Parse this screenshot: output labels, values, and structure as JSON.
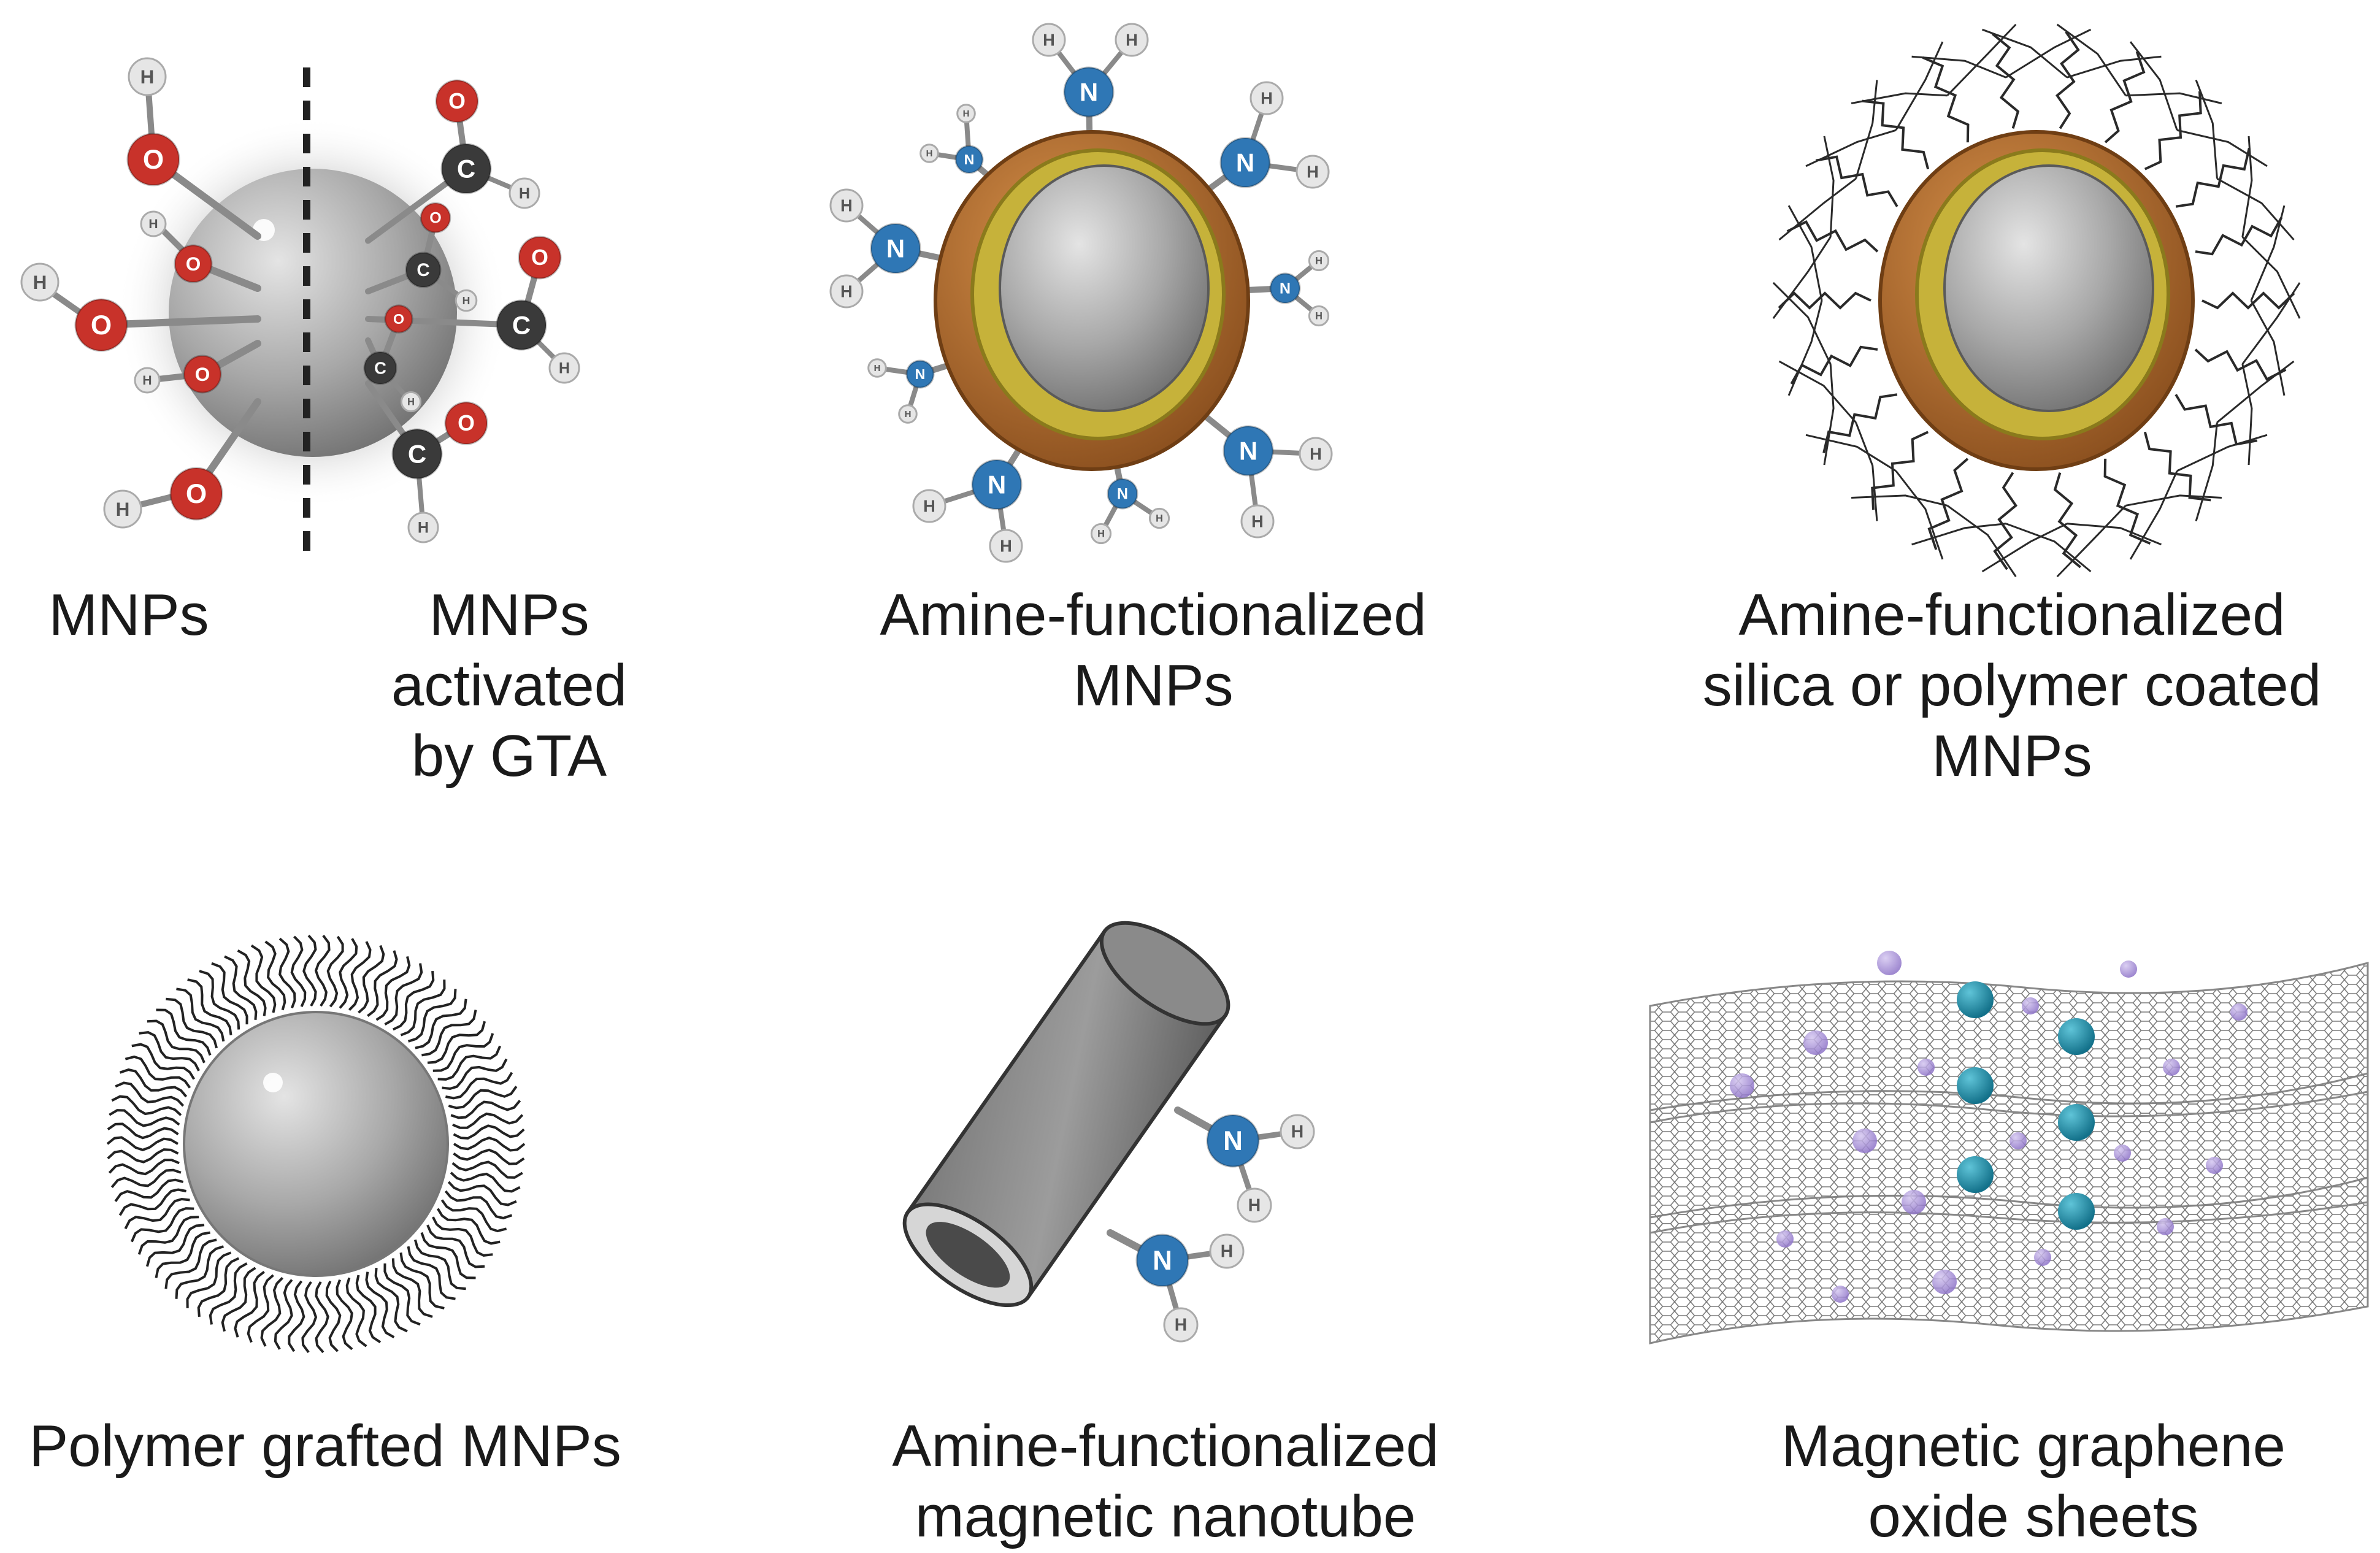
{
  "panels": [
    {
      "id": "mnps",
      "caption": [
        "MNPs"
      ]
    },
    {
      "id": "mnps-gta",
      "caption": [
        "MNPs",
        "activated",
        "by GTA"
      ]
    },
    {
      "id": "amine-mnps",
      "caption": [
        "Amine-functionalized",
        "MNPs"
      ]
    },
    {
      "id": "amine-coated-mnps",
      "caption": [
        "Amine-functionalized",
        "silica or polymer coated",
        "MNPs"
      ]
    },
    {
      "id": "polymer-grafted",
      "caption": [
        "Polymer grafted MNPs"
      ]
    },
    {
      "id": "amine-nanotube",
      "caption": [
        "Amine-functionalized",
        "magnetic nanotube"
      ]
    },
    {
      "id": "graphene-oxide",
      "caption": [
        "Magnetic graphene",
        "oxide sheets"
      ]
    }
  ],
  "atoms": {
    "oxygen": "O",
    "hydrogen": "H",
    "nitrogen": "N",
    "carbon": "C"
  },
  "colors": {
    "oxygen": "#c8322a",
    "nitrogen": "#2f77b5",
    "carbon": "#3a3a3a",
    "hydrogen": "#e6e6e6",
    "core": "#9a9a9a",
    "shell": "#b8742e",
    "silica": "#c9b63a",
    "teal": "#1f8fa8",
    "purple": "#9a7fd0"
  }
}
